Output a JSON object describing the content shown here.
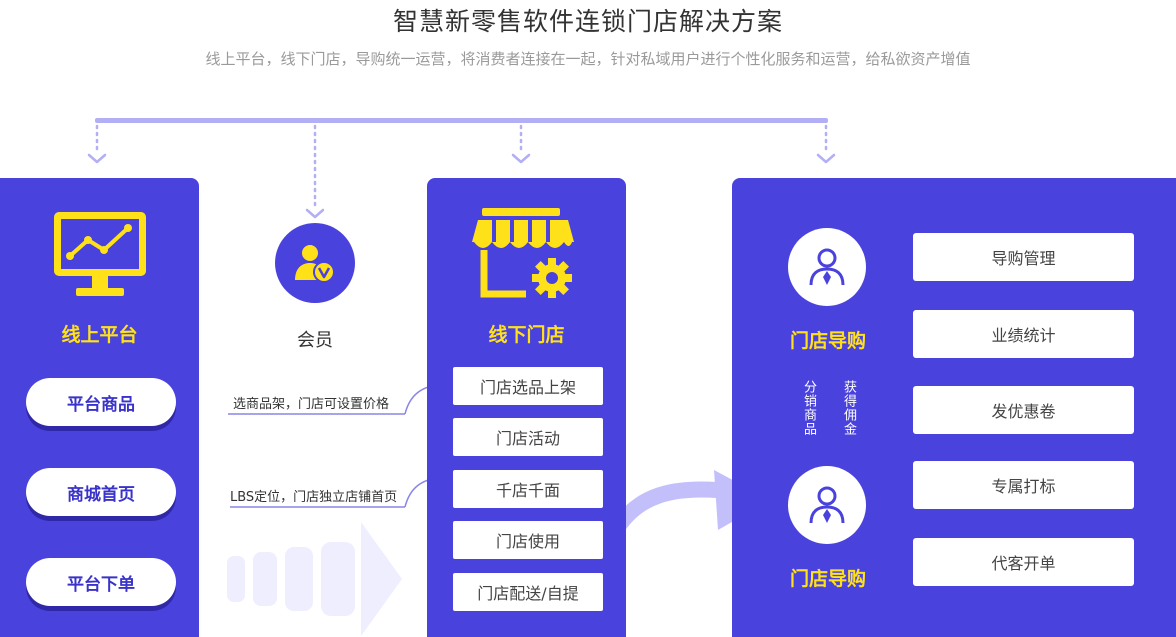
{
  "header": {
    "title": "智慧新零售软件连锁门店解决方案",
    "subtitle": "线上平台，线下门店，导购统一运营，将消费者连接在一起，针对私域用户进行个性化服务和运营，给私欲资产增值"
  },
  "left_panel": {
    "title": "线上平台",
    "icon": "monitor-chart-icon",
    "items": [
      "平台商品",
      "商城首页",
      "平台下单"
    ]
  },
  "member": {
    "label": "会员",
    "icon": "member-v-icon"
  },
  "notes": {
    "top": "选商品架，门店可设置价格",
    "bottom": "LBS定位，门店独立店铺首页"
  },
  "mid_panel": {
    "title": "线下门店",
    "icon": "store-gear-icon",
    "items": [
      "门店选品上架",
      "门店活动",
      "千店千面",
      "门店使用",
      "门店配送/自提"
    ]
  },
  "right_panel": {
    "guide_top": "门店导购",
    "guide_bottom": "门店导购",
    "guide_icon": "shopping-guide-icon",
    "vertical_left": "分销商品",
    "vertical_right": "获得佣金",
    "items": [
      "导购管理",
      "业绩统计",
      "发优惠卷",
      "专属打标",
      "代客开单"
    ]
  },
  "colors": {
    "panel": "#4a42dc",
    "accent_yellow": "#ffe11a",
    "connector": "#b3aff5"
  }
}
